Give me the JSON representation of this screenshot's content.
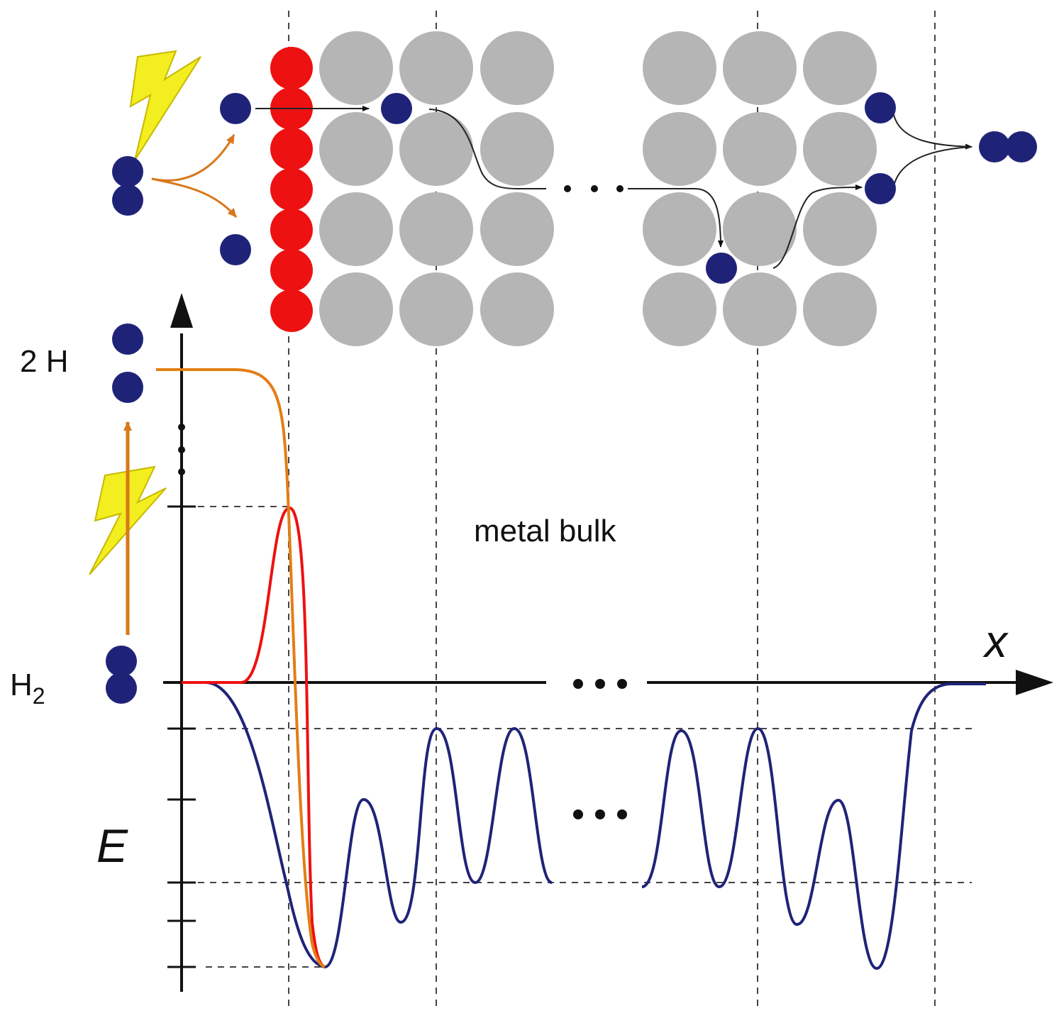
{
  "labels": {
    "two_h": "2 H",
    "h2_base": "H",
    "h2_sub": "2",
    "energy_axis": "E",
    "position_axis": "x",
    "region": "metal bulk"
  },
  "colors": {
    "hydrogen_atom": "#1f2378",
    "metal_atom": "#b5b5b5",
    "surface_atom": "#ee1111",
    "energy_curve": "#1f2378",
    "surface_potential_curve": "#ee1111",
    "dissociation_curve": "#e37e14",
    "lightning": "#f2ee1f",
    "axis": "#111111"
  },
  "icons": [
    "lightning-bolt-icon",
    "lightning-bolt-icon"
  ]
}
